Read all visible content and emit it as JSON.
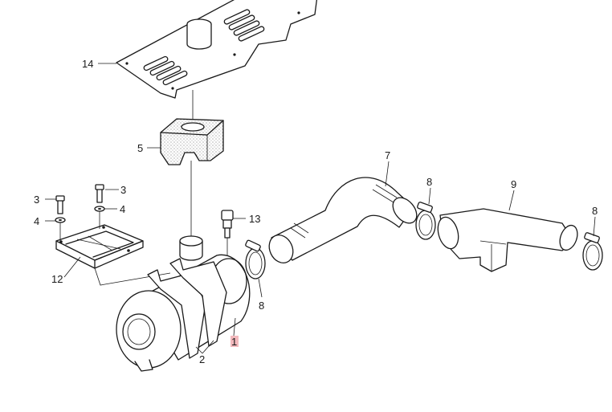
{
  "callouts": [
    {
      "id": "14",
      "text": "14"
    },
    {
      "id": "5",
      "text": "5"
    },
    {
      "id": "7",
      "text": "7"
    },
    {
      "id": "8a",
      "text": "8"
    },
    {
      "id": "9",
      "text": "9"
    },
    {
      "id": "8b",
      "text": "8"
    },
    {
      "id": "3a",
      "text": "3"
    },
    {
      "id": "3b",
      "text": "3"
    },
    {
      "id": "4a",
      "text": "4"
    },
    {
      "id": "4b",
      "text": "4"
    },
    {
      "id": "13",
      "text": "13"
    },
    {
      "id": "12",
      "text": "12"
    },
    {
      "id": "8c",
      "text": "8"
    },
    {
      "id": "1",
      "text": "1"
    },
    {
      "id": "2",
      "text": "2"
    }
  ],
  "highlight_color": "#f3b9bd",
  "line_color": "#1a1a1a"
}
